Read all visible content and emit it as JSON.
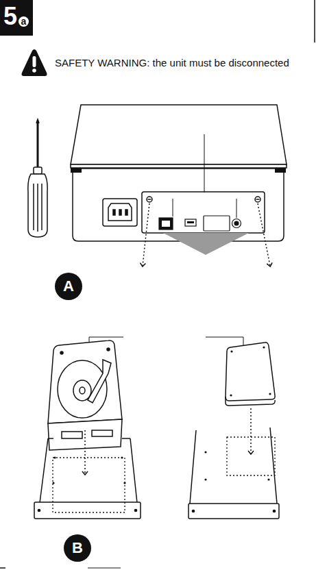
{
  "diagram": {
    "nodes": [
      {
        "text": [
          "5",
          "a"
        ]
      },
      {
        "text": [
          "A"
        ]
      },
      {
        "text": [
          "B"
        ]
      }
    ],
    "labels": [
      "SAFETY WARNING: the unit must be disconnected"
    ]
  }
}
